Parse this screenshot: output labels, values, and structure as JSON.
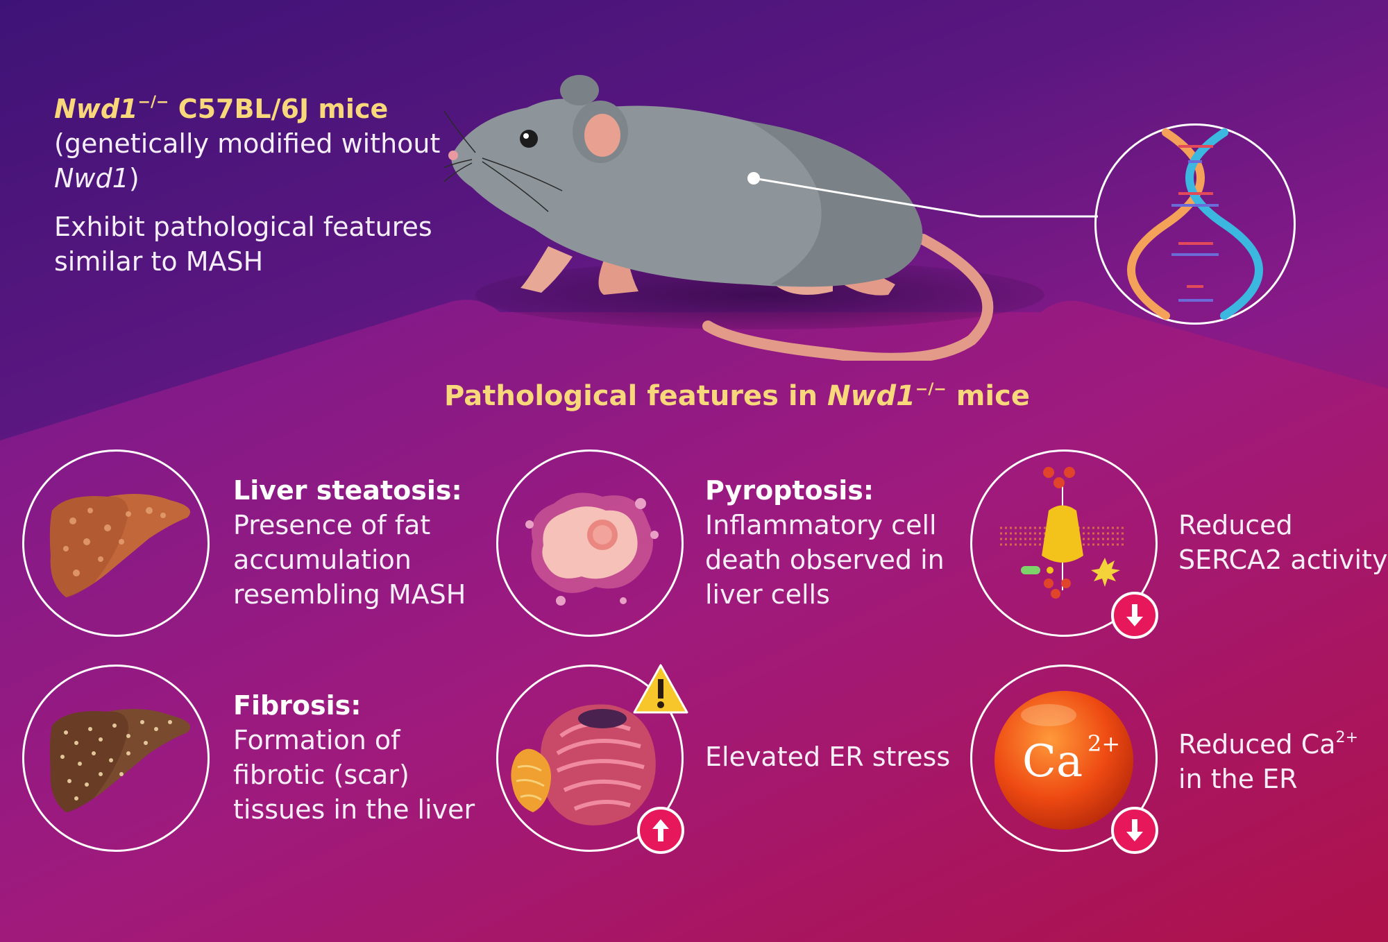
{
  "intro": {
    "gene": "Nwd1",
    "gene_sup": "−/−",
    "strain": " C57BL/6J mice",
    "desc_line1": "(genetically modified without",
    "desc_gene": "Nwd1",
    "desc_close": ")",
    "exhibit_line1": "Exhibit pathological features",
    "exhibit_line2": "similar to MASH"
  },
  "section": {
    "title_prefix": "Pathological features in ",
    "title_gene": "Nwd1",
    "title_sup": "−/−",
    "title_suffix": " mice"
  },
  "features": {
    "steatosis": {
      "title": "Liver steatosis:",
      "line1": "Presence of fat",
      "line2": "accumulation",
      "line3": "resembling MASH"
    },
    "pyroptosis": {
      "title": "Pyroptosis:",
      "line1": "Inflammatory cell",
      "line2": "death observed in",
      "line3": "liver cells"
    },
    "serca": {
      "line1": "Reduced",
      "line2": "SERCA2 activity"
    },
    "fibrosis": {
      "title": "Fibrosis:",
      "line1": "Formation of",
      "line2": "fibrotic (scar)",
      "line3": "tissues in the liver"
    },
    "er_stress": {
      "line1": "Elevated ER stress"
    },
    "calcium": {
      "line1_prefix": "Reduced Ca",
      "line1_sup": "2+",
      "line2": "in the ER",
      "orb_label": "Ca",
      "orb_sup": "2+"
    }
  },
  "colors": {
    "header_yellow": "#f8d87a",
    "badge_pink": "#e6175a",
    "mouse_gray": "#8e959a",
    "mouse_pink": "#e8a090"
  },
  "icons": {
    "dna": "dna-helix-icon",
    "liver": "liver-icon",
    "cell": "inflamed-cell-icon",
    "pump": "serca-pump-icon",
    "er": "endoplasmic-reticulum-icon",
    "calcium": "calcium-orb-icon",
    "warning": "warning-icon",
    "up": "arrow-up-icon",
    "down": "arrow-down-icon"
  }
}
